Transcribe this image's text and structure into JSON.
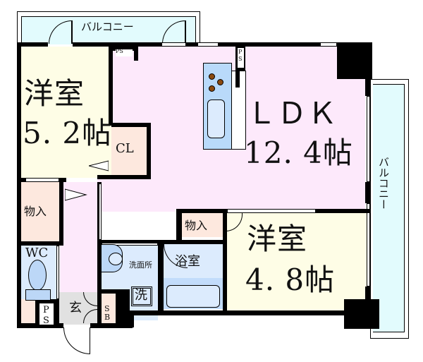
{
  "floorplan": {
    "colors": {
      "wall": "#000000",
      "balcony": "#e2fbfd",
      "western_room": "#fefde6",
      "ldk": "#fde9fb",
      "closet": "#fde8de",
      "wet_area": "#dcebfd",
      "kitchen_counter": "#b9dafa",
      "genkan": "#e1e1e1",
      "burner": "#8b4a10"
    },
    "rooms": {
      "balcony_top": {
        "label": "バルコニー"
      },
      "balcony_right": {
        "label": "バルコニー"
      },
      "western_room_1": {
        "name": "洋室",
        "size": "5. 2帖"
      },
      "western_room_2": {
        "name": "洋室",
        "size": "4. 8帖"
      },
      "ldk": {
        "name": "ＬＤＫ",
        "size": "12. 4帖"
      },
      "closet": {
        "label": "CL"
      },
      "storage_1": {
        "label": "物入"
      },
      "storage_2": {
        "label": "物入"
      },
      "wc": {
        "label": "WC"
      },
      "washroom": {
        "label": "洗面所"
      },
      "washer": {
        "label": "洗"
      },
      "bathroom": {
        "label": "浴室"
      },
      "genkan": {
        "label": "玄"
      },
      "shoebox": {
        "label_top": "S",
        "label_bottom": "B"
      },
      "ps_top_left": {
        "label": "PS"
      },
      "ps_top_right": {
        "label_top": "P",
        "label_bottom": "S"
      },
      "ps_bottom": {
        "label_top": "P",
        "label_bottom": "S"
      }
    }
  }
}
